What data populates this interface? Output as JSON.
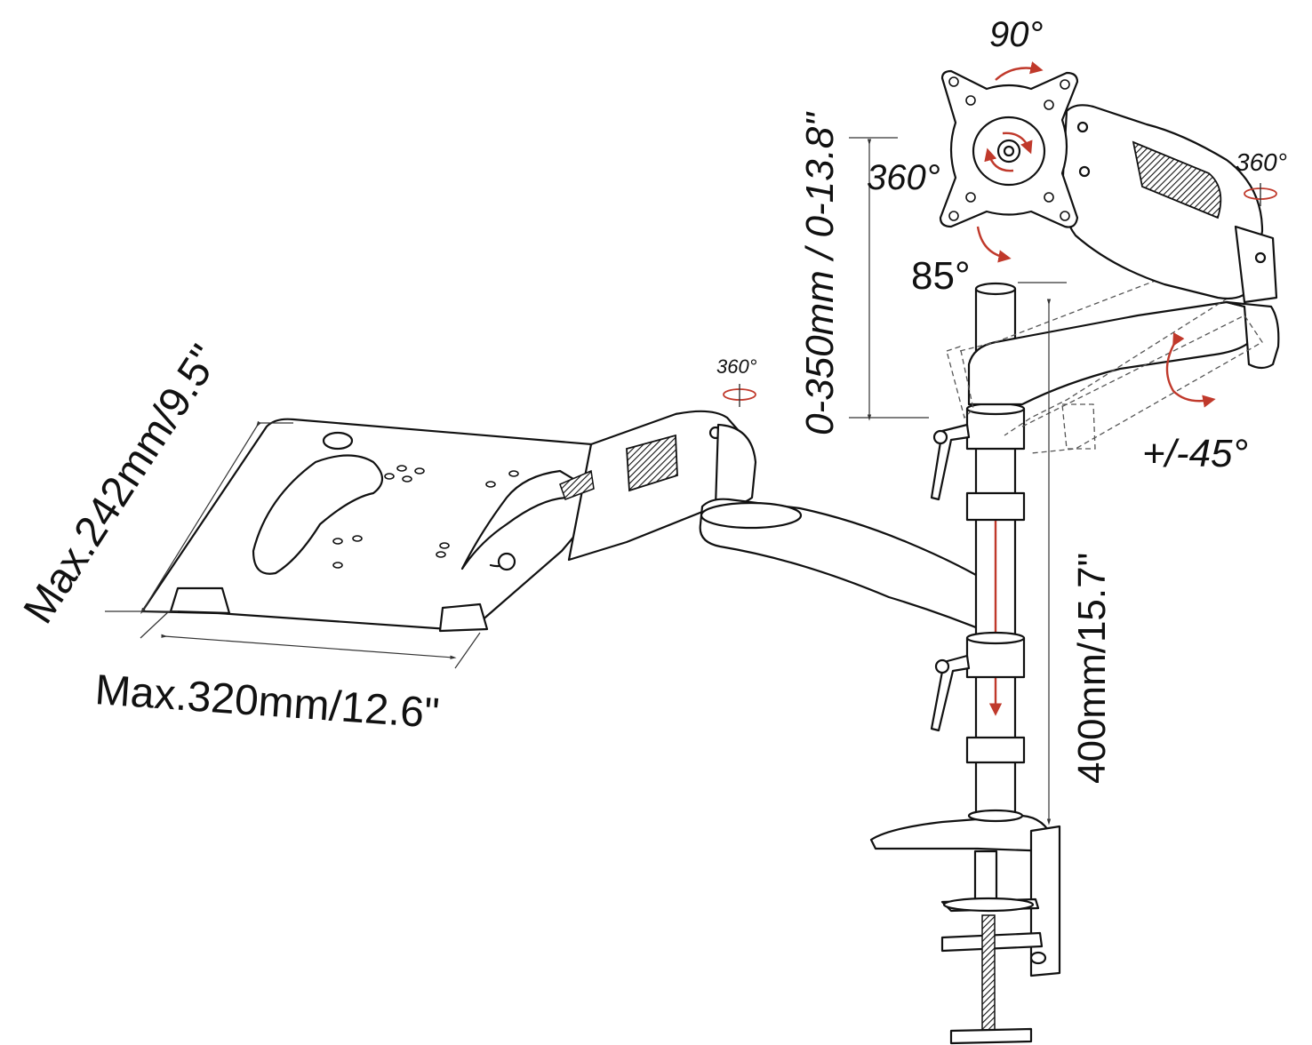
{
  "labels": {
    "pan_rotation": "90°",
    "portrait_rotation": "360°",
    "tilt": "85°",
    "upper_swivel": "360°",
    "lower_swivel": "360°",
    "height_range": "0-350mm / 0-13.8\"",
    "arm_tilt": "+/-45°",
    "pole_height": "400mm/15.7\"",
    "tray_depth": "Max.242mm/9.5\"",
    "tray_width": "Max.320mm/12.6\""
  },
  "colors": {
    "line": "#111111",
    "arrow": "#c0392b",
    "dashed": "#555555"
  }
}
